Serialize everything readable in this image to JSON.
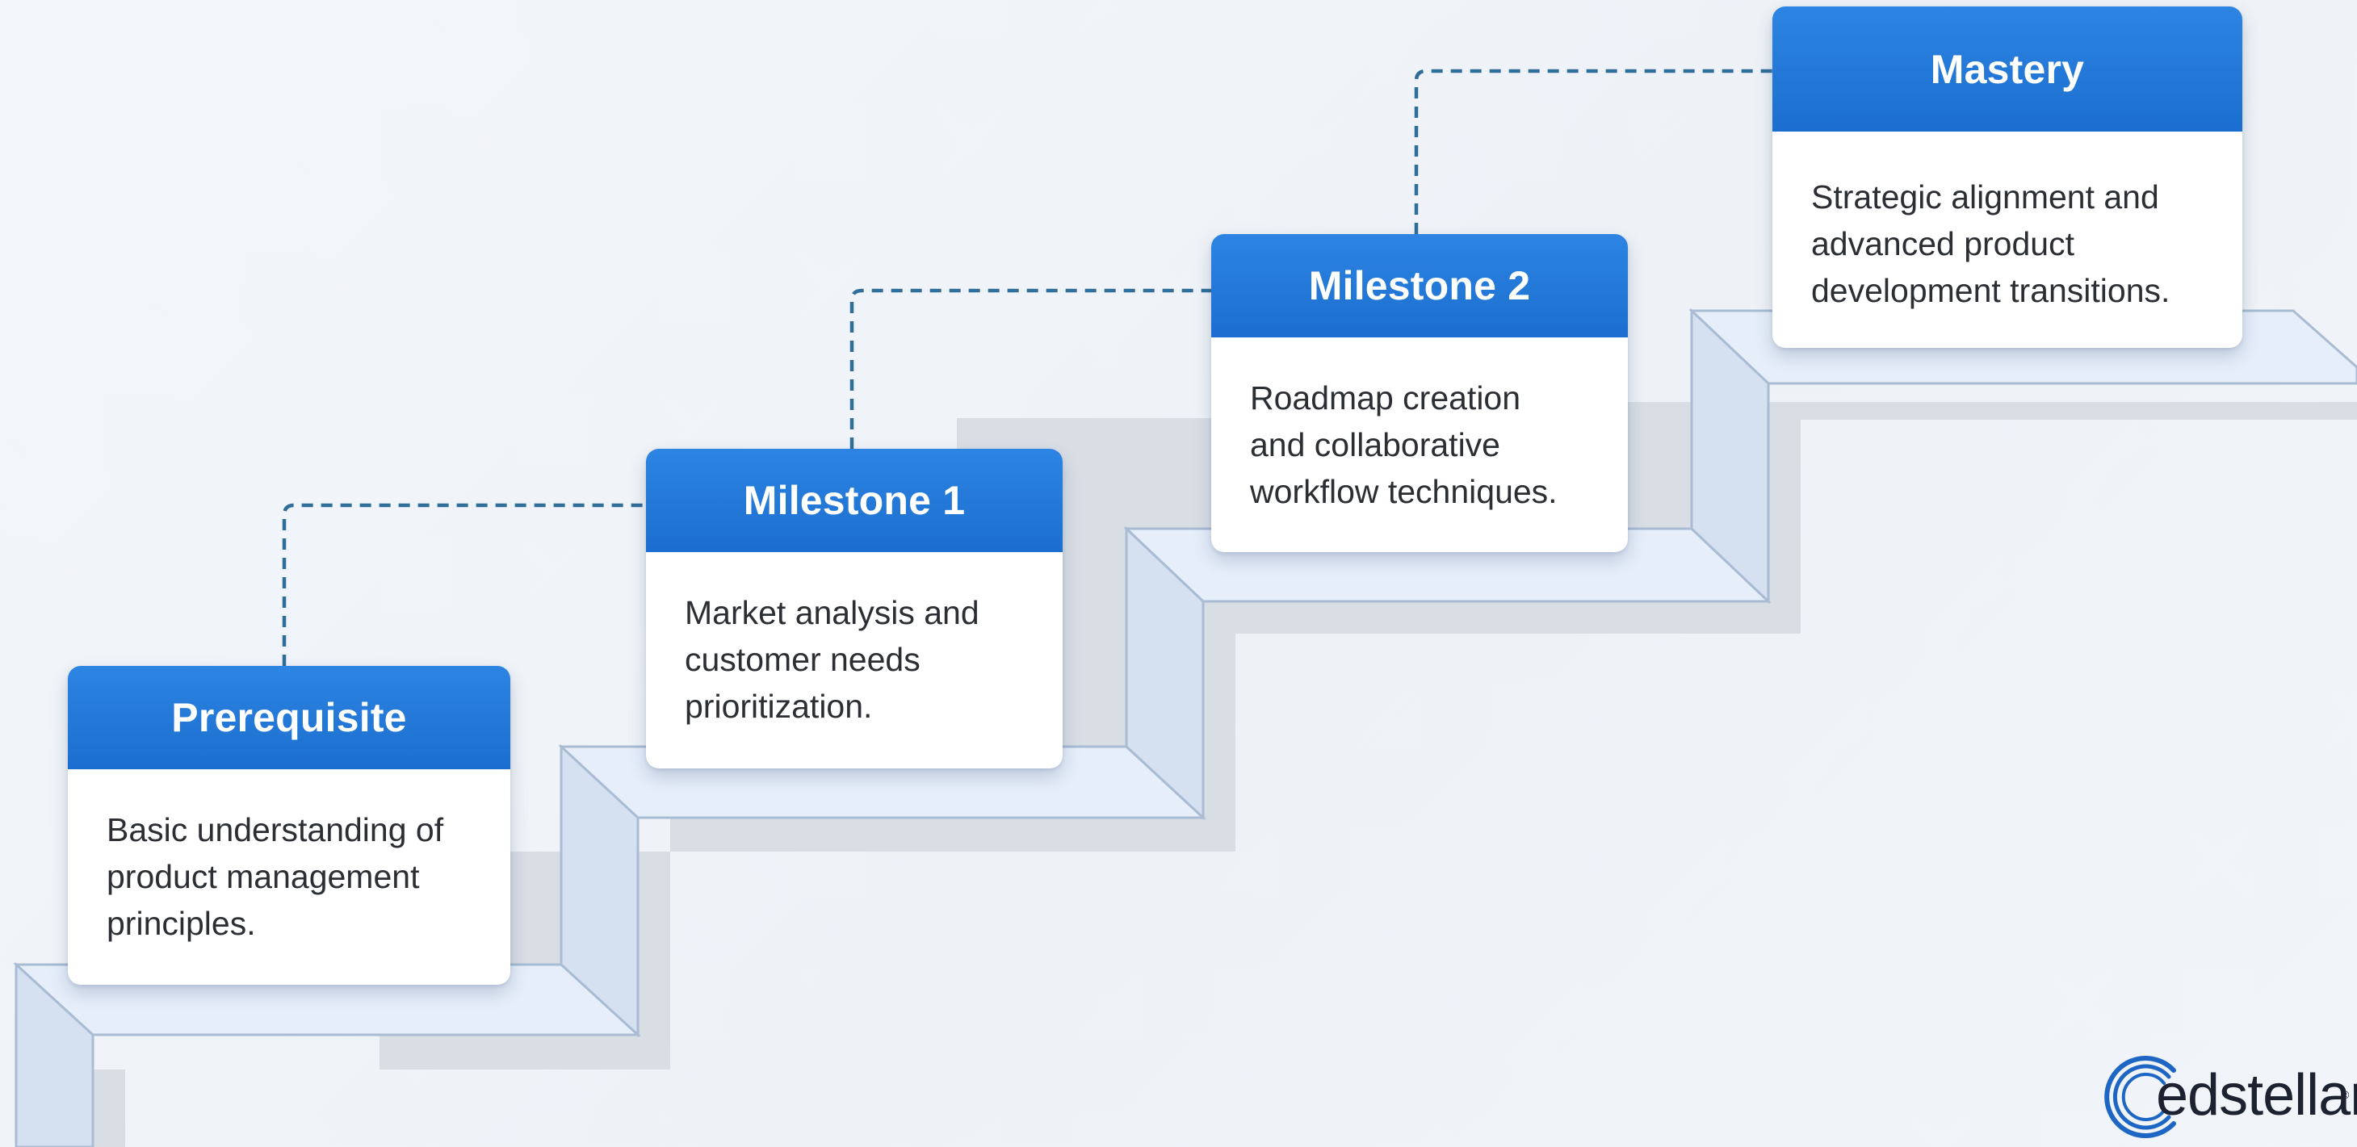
{
  "steps": [
    {
      "title": "Prerequisite",
      "lines": [
        "Basic understanding of",
        "product management",
        "principles."
      ]
    },
    {
      "title": "Milestone 1",
      "lines": [
        "Market analysis and",
        "customer needs",
        "prioritization."
      ]
    },
    {
      "title": "Milestone 2",
      "lines": [
        "Roadmap creation",
        "and collaborative",
        "workflow techniques."
      ]
    },
    {
      "title": "Mastery",
      "lines": [
        "Strategic alignment and",
        "advanced product",
        "development transitions."
      ]
    }
  ],
  "logo": {
    "text": "edstellar",
    "mark": "®"
  },
  "colors": {
    "header_blue": "#1b6ecf",
    "connector_blue": "#2f6e98",
    "stair_top": "#e5eefa",
    "stair_edge": "#a8bdd6",
    "stair_shadow": "#d7dde5"
  }
}
